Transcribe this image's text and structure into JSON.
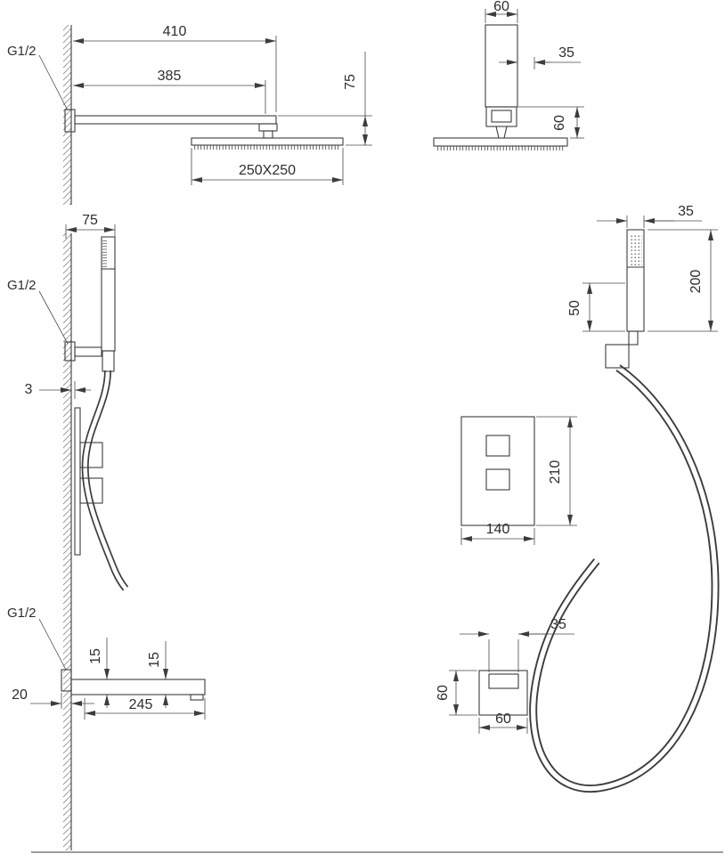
{
  "drawing": {
    "background_color": "#ffffff",
    "line_color": "#3c3c3c",
    "views": {
      "rain_side": {
        "thread_label": "G1/2",
        "dim_arm_reach": "410",
        "dim_arm_center": "385",
        "dim_drop": "75",
        "dim_head_face": "250X250"
      },
      "rain_front": {
        "dim_pipe_width": "60",
        "dim_connector": "35",
        "dim_connector_height": "60"
      },
      "hand_side": {
        "dim_offset": "75",
        "thread_label": "G1/2",
        "dim_gap": "3"
      },
      "hand_front": {
        "dim_handle_width": "35",
        "dim_handle_length": "200",
        "dim_elbow": "50"
      },
      "valve_front": {
        "dim_height": "210",
        "dim_width": "140"
      },
      "spout_side": {
        "thread_label": "G1/2",
        "dim_lip_a": "15",
        "dim_lip_b": "15",
        "dim_inlet": "20",
        "dim_length": "245"
      },
      "spout_front": {
        "dim_opening": "35",
        "dim_height": "60",
        "dim_width": "60"
      }
    }
  }
}
